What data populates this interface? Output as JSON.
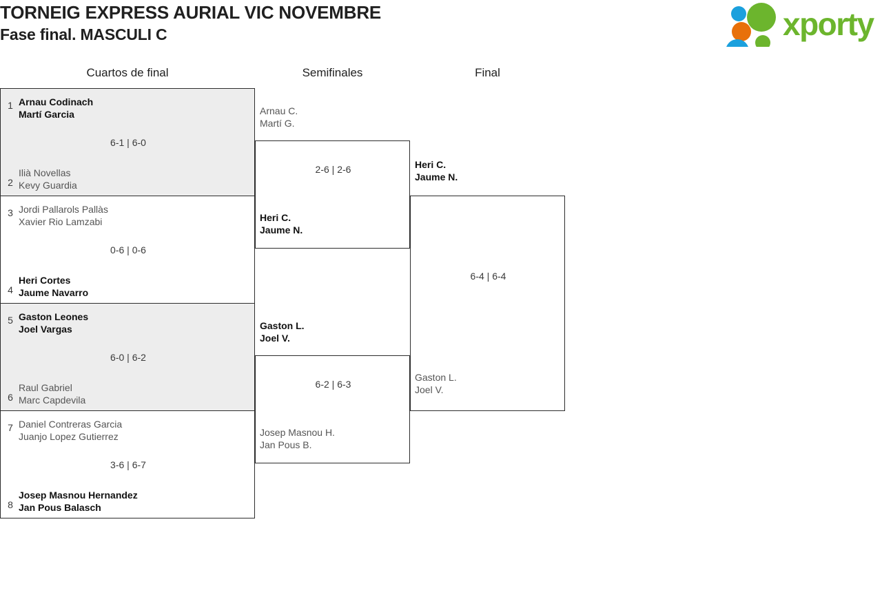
{
  "header": {
    "title_line1": "TORNEIG EXPRESS AURIAL VIC NOVEMBRE",
    "title_line2": "Fase final. MASCULI C",
    "logo_text": "xporty",
    "logo_colors": {
      "green": "#6cb52d",
      "orange": "#e8700a",
      "blue": "#1ba0dd"
    }
  },
  "columns": [
    {
      "label": "Cuartos de final"
    },
    {
      "label": "Semifinales"
    },
    {
      "label": "Final"
    }
  ],
  "rounds": {
    "quarterfinals": [
      {
        "seed_top": "1",
        "top_line1": "Arnau Codinach",
        "top_line2": "Martí Garcia",
        "top_winner": true,
        "seed_bottom": "2",
        "bottom_line1": "Ilià Novellas",
        "bottom_line2": "Kevy Guardia",
        "bottom_winner": false,
        "score": "6-1 | 6-0"
      },
      {
        "seed_top": "3",
        "top_line1": "Jordi Pallarols Pallàs",
        "top_line2": "Xavier Rio Lamzabi",
        "top_winner": false,
        "seed_bottom": "4",
        "bottom_line1": "Heri Cortes",
        "bottom_line2": "Jaume Navarro",
        "bottom_winner": true,
        "score": "0-6 | 0-6"
      },
      {
        "seed_top": "5",
        "top_line1": "Gaston Leones",
        "top_line2": "Joel Vargas",
        "top_winner": true,
        "seed_bottom": "6",
        "bottom_line1": "Raul Gabriel",
        "bottom_line2": "Marc Capdevila",
        "bottom_winner": false,
        "score": "6-0 | 6-2"
      },
      {
        "seed_top": "7",
        "top_line1": "Daniel Contreras Garcia",
        "top_line2": "Juanjo Lopez Gutierrez",
        "top_winner": false,
        "seed_bottom": "8",
        "bottom_line1": "Josep Masnou Hernandez",
        "bottom_line2": "Jan Pous Balasch",
        "bottom_winner": true,
        "score": "3-6 | 6-7"
      }
    ],
    "semifinals": [
      {
        "top_line1": "Arnau C.",
        "top_line2": "Martí G.",
        "top_winner": false,
        "bottom_line1": "Heri C.",
        "bottom_line2": "Jaume N.",
        "bottom_winner": true,
        "score": "2-6 | 2-6"
      },
      {
        "top_line1": "Gaston L.",
        "top_line2": "Joel V.",
        "top_winner": true,
        "bottom_line1": "Josep Masnou H.",
        "bottom_line2": "Jan Pous B.",
        "bottom_winner": false,
        "score": "6-2 | 6-3"
      }
    ],
    "final": [
      {
        "top_line1": "Heri C.",
        "top_line2": "Jaume N.",
        "top_winner": true,
        "bottom_line1": "Gaston L.",
        "bottom_line2": "Joel V.",
        "bottom_winner": false,
        "score": "6-4 | 6-4"
      }
    ]
  }
}
